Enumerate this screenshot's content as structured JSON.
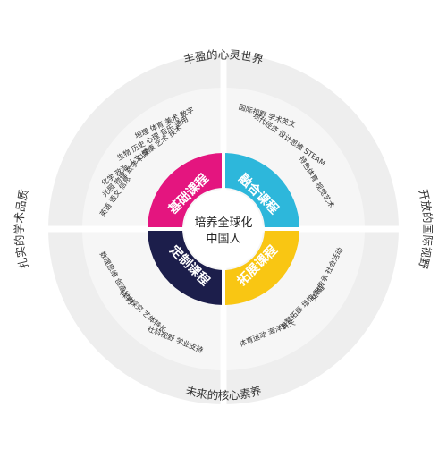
{
  "center": {
    "line1": "培养全球化",
    "line2": "中国人"
  },
  "colors": {
    "outer_ring": "#eeeeee",
    "middle_ring": "#f6f6f6",
    "foundation": "#e4157f",
    "fusion": "#2db7db",
    "custom": "#1c1e4b",
    "extension": "#f9c613"
  },
  "outer_labels": {
    "top": "丰盈的心灵世界",
    "right": "开放的国际视野",
    "bottom": "未来的核心素养",
    "left": "扎实的学术品质"
  },
  "quadrants": {
    "foundation": {
      "title": "基础课程",
      "subjects": [
        [
          "地理",
          "体育",
          "美术",
          "数字"
        ],
        [
          "生物",
          "历史",
          "心理",
          "音乐",
          "通用"
        ],
        [
          "化学",
          "政治",
          "人文",
          "健康",
          "艺术",
          "技术"
        ],
        [
          "光照",
          "物理",
          "数学",
          "科学"
        ],
        [
          "英语",
          "语文",
          "信息"
        ]
      ]
    },
    "fusion": {
      "title": "融合课程",
      "subjects": [
        [
          "国际视野",
          "学术英文"
        ],
        [
          "现代经济",
          "设计思维",
          "STEAM"
        ],
        [
          "特色体育",
          "视觉艺术"
        ]
      ]
    },
    "custom": {
      "title": "定制课程",
      "subjects": [
        [
          "数理思维",
          "创造发明"
        ],
        [
          "科学探究",
          "艺体特长"
        ],
        [
          "社科视野",
          "学业支持"
        ]
      ]
    },
    "extension": {
      "title": "拓展课程",
      "subjects": [
        [
          "文化传承",
          "社会活动"
        ],
        [
          "益智拓展",
          "场馆课程"
        ],
        [
          "体育运动",
          "海洋航天"
        ]
      ]
    }
  }
}
